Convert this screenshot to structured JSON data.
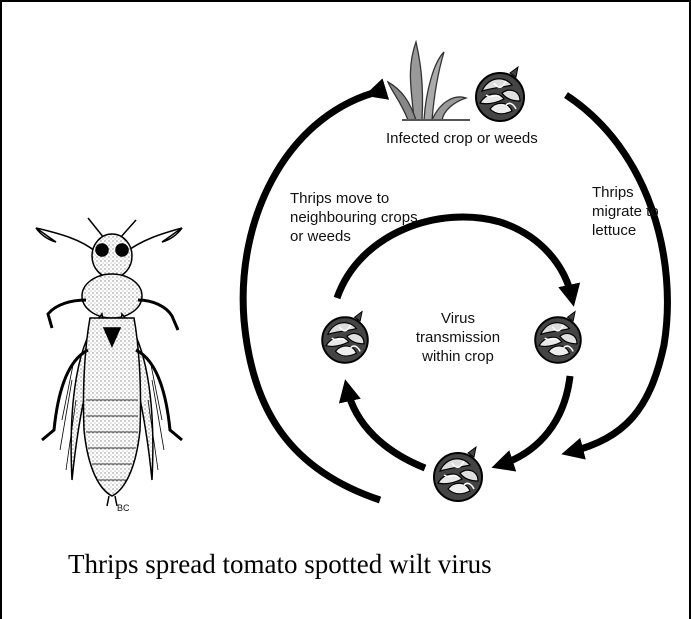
{
  "caption": "Thrips spread tomato spotted wilt virus",
  "nodes": {
    "top": "Infected crop or weeds",
    "center": "Virus transmission within crop"
  },
  "labels": {
    "left_arc": "Thrips move to neighbouring crops or weeds",
    "right_arc": "Thrips migrate to lettuce"
  },
  "signature": "BC",
  "icons": [
    "thrips-insect-icon",
    "weed-plant-icon",
    "lettuce-head-icon"
  ]
}
